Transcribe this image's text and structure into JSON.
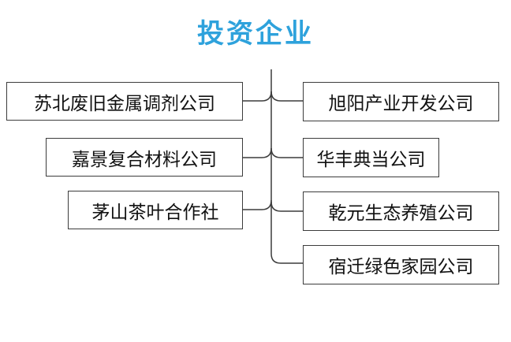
{
  "title": "投资企业",
  "left_companies": [
    "苏北废旧金属调剂公司",
    "嘉景复合材料公司",
    "茅山茶叶合作社"
  ],
  "right_companies": [
    "旭阳产业开发公司",
    "华丰典当公司",
    "乾元生态养殖公司",
    "宿迁绿色家园公司"
  ]
}
